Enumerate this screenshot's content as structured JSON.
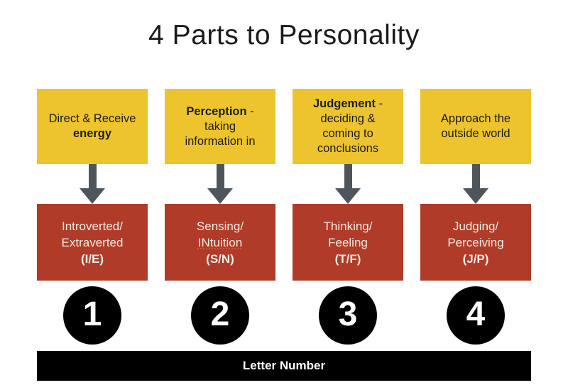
{
  "title": "4 Parts to Personality",
  "colors": {
    "yellow": "#EDC42E",
    "red": "#B03B29",
    "arrow": "#4D565C",
    "black": "#000000",
    "red_text": "#F2ECE3"
  },
  "footer": {
    "label": "Letter Number"
  },
  "columns": [
    {
      "number": "1",
      "top_lines": [
        [
          "Direct & Receive"
        ],
        [
          {
            "text": "energy",
            "bold": true
          }
        ]
      ],
      "bottom_lines": [
        [
          "Introverted/"
        ],
        [
          "Extraverted"
        ],
        [
          {
            "text": "(I/E)",
            "bold": true
          }
        ]
      ]
    },
    {
      "number": "2",
      "top_lines": [
        [
          {
            "text": "Perception",
            "bold": true
          },
          {
            "text": " -"
          }
        ],
        [
          "taking"
        ],
        [
          "information in"
        ]
      ],
      "bottom_lines": [
        [
          "Sensing/"
        ],
        [
          {
            "text": "INtuition",
            "squiggle": true
          }
        ],
        [
          {
            "text": "(S/N)",
            "bold": true
          }
        ]
      ]
    },
    {
      "number": "3",
      "top_lines": [
        [
          {
            "text": "Judgement",
            "bold": true
          },
          {
            "text": " -"
          }
        ],
        [
          "deciding &"
        ],
        [
          "coming to"
        ],
        [
          "conclusions"
        ]
      ],
      "bottom_lines": [
        [
          "Thinking/"
        ],
        [
          "Feeling"
        ],
        [
          {
            "text": "(T/F)",
            "bold": true
          }
        ]
      ]
    },
    {
      "number": "4",
      "top_lines": [
        [
          "Approach the"
        ],
        [
          "outside world"
        ]
      ],
      "bottom_lines": [
        [
          "Judging/"
        ],
        [
          "Perceiving"
        ],
        [
          {
            "text": "(J/P)",
            "bold": true
          }
        ]
      ]
    }
  ]
}
